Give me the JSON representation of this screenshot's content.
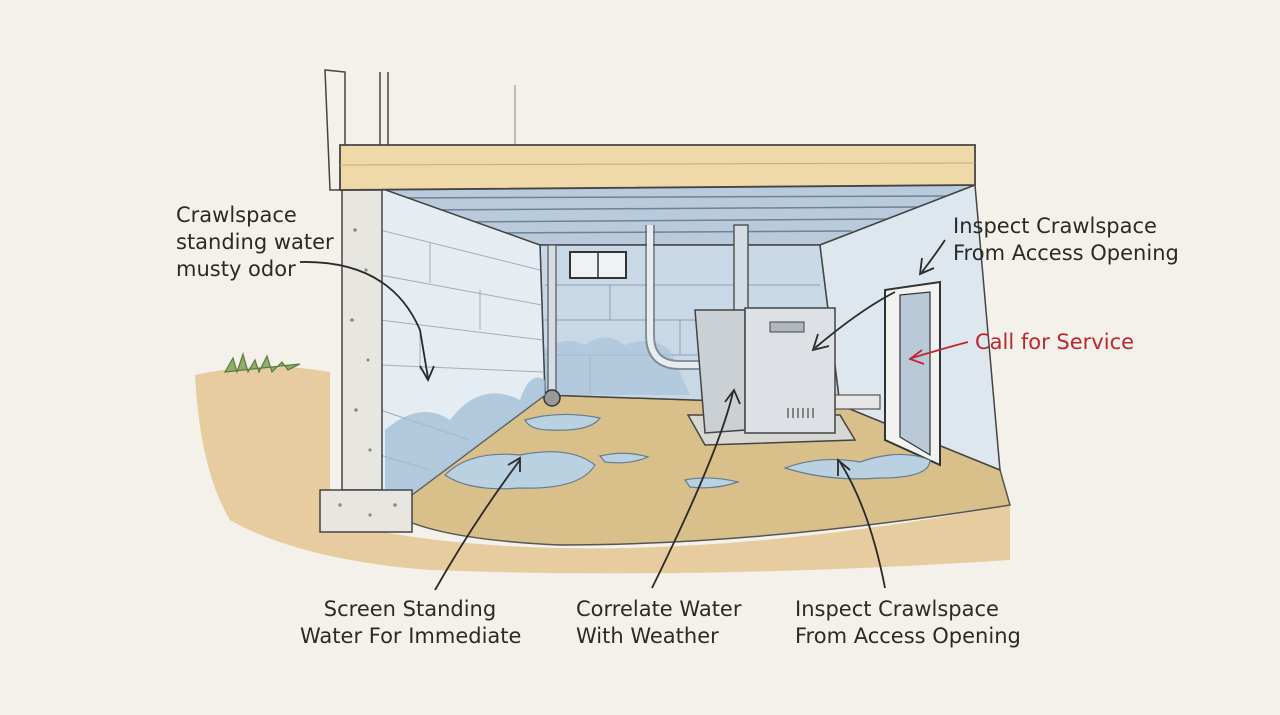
{
  "labels": {
    "top_left": {
      "lines": [
        "Crawlspace",
        "standing water",
        "musty odor"
      ]
    },
    "top_right": {
      "lines": [
        "Inspect Crawlspace",
        "From Access Opening"
      ]
    },
    "right_alert": {
      "text": "Call for Service",
      "color": "#c0262e"
    },
    "bottom_left": {
      "lines": [
        "Screen Standing",
        "Water For Immediate"
      ]
    },
    "bottom_center": {
      "lines": [
        "Correlate Water",
        "With Weather"
      ]
    },
    "bottom_right": {
      "lines": [
        "Inspect Crawlspace",
        "From Access Opening"
      ]
    }
  },
  "colors": {
    "background": "#f4f1ea",
    "joist_beam": "#f0d9a8",
    "wall_blue": "#c9d8e6",
    "block_wall": "#e6edf2",
    "soil": "#e3c690",
    "puddle": "#b9d3e6",
    "unit": "#dde1e5",
    "ink": "#3a3a3a",
    "alert": "#c0262e"
  }
}
